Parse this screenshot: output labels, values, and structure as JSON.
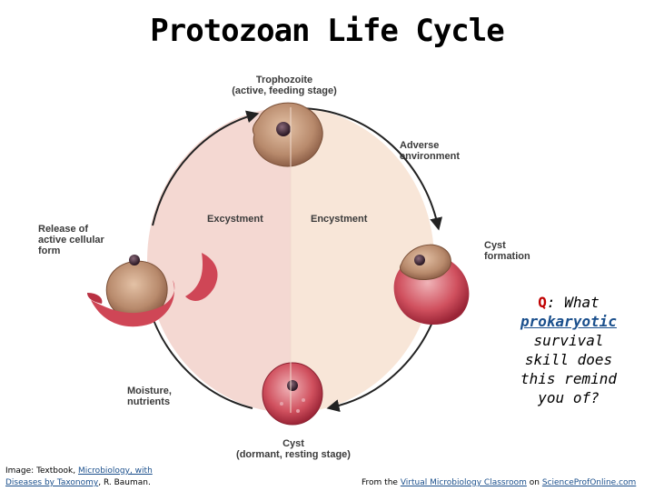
{
  "title": "Protozoan Life Cycle",
  "diagram": {
    "trophozoite": "Trophozoite\n(active, feeding stage)",
    "adverse": "Adverse\nenvironment",
    "excystment": "Excystment",
    "encystment": "Encystment",
    "release": "Release of\nactive cellular\nform",
    "cyst_formation": "Cyst\nformation",
    "moisture": "Moisture,\nnutrients",
    "cyst": "Cyst\n(dormant, resting stage)"
  },
  "question": {
    "q_letter": "Q",
    "q_prefix": ": What",
    "q_link": "prokaryotic",
    "q_rest": "survival skill does this remind you of?"
  },
  "footer": {
    "image_prefix": "Image: Textbook,",
    "book_link": "Microbiology, with Diseases by Taxonomy",
    "author": ", R. Bauman.",
    "from_prefix": "From the",
    "classroom_link": "Virtual Microbiology Classroom",
    "on": "on",
    "site_link": "ScienceProfOnline.com"
  },
  "colors": {
    "left_half": "#f4d8d2",
    "right_half": "#f8e6d8",
    "cyst_red": "#c8334a",
    "troph_tan": "#b08066"
  }
}
